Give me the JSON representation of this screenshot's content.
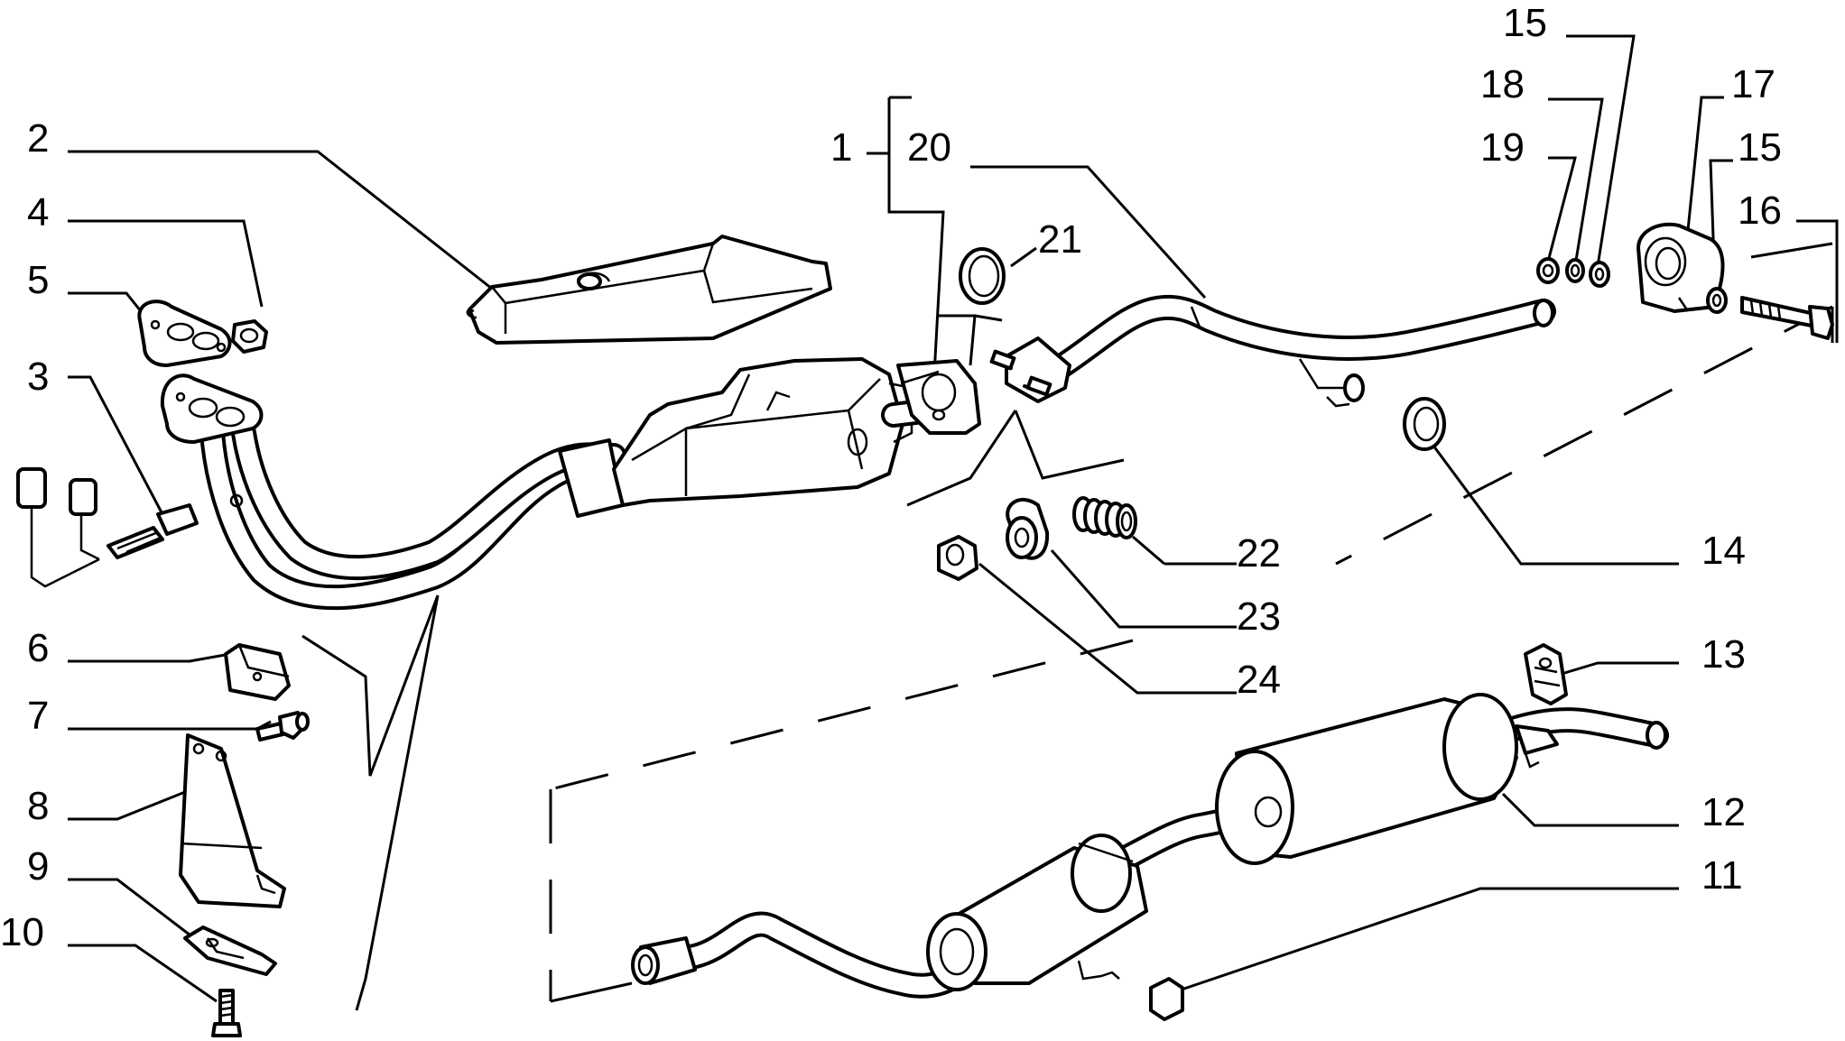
{
  "diagram": {
    "callouts": {
      "c1": "1",
      "c2": "2",
      "c3": "3",
      "c4": "4",
      "c5": "5",
      "c6": "6",
      "c7": "7",
      "c8": "8",
      "c9": "9",
      "c10": "10",
      "c11": "11",
      "c12": "12",
      "c13": "13",
      "c14": "14",
      "c15a": "15",
      "c15b": "15",
      "c16": "16",
      "c17": "17",
      "c18": "18",
      "c19": "19",
      "c20": "20",
      "c21": "21",
      "c22": "22",
      "c23": "23",
      "c24": "24"
    }
  }
}
